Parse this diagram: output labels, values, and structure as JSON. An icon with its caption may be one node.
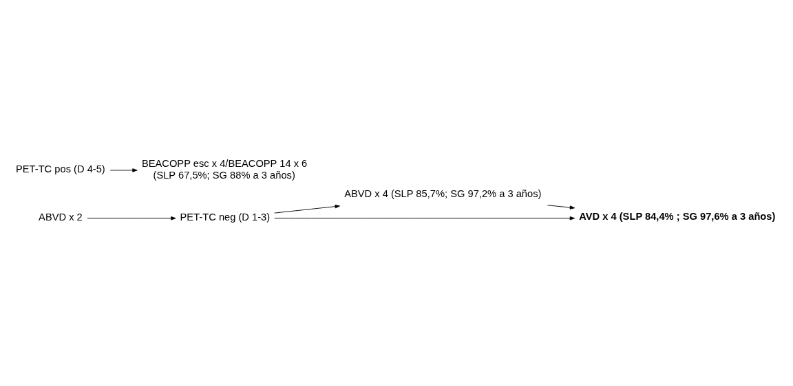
{
  "diagram": {
    "nodes": [
      {
        "text": [
          "ABVD x 2"
        ]
      },
      {
        "text": [
          "PET-TC neg (D 1-3)"
        ]
      },
      {
        "text": [
          "ABVD x 4 (SLP 85,7%; SG 97,2% a 3 años)"
        ]
      },
      {
        "text": [
          "AVD x 4 (SLP 84,4% ; SG 97,6% a 3 años)"
        ]
      },
      {
        "text": [
          "PET-TC pos (D 4-5)"
        ]
      },
      {
        "text": [
          "BEACOPP esc x 4/BEACOPP 14 x 6",
          "(SLP 67,5%; SG 88% a 3 años)"
        ]
      }
    ],
    "edges": [
      {
        "from": 0,
        "to": 1,
        "arrow": "to"
      },
      {
        "from": 1,
        "to": 2,
        "arrow": "to"
      },
      {
        "from": 1,
        "to": 3,
        "arrow": "to"
      },
      {
        "from": 2,
        "to": 3,
        "arrow": "to"
      },
      {
        "from": 4,
        "to": 5,
        "arrow": "to"
      }
    ]
  }
}
